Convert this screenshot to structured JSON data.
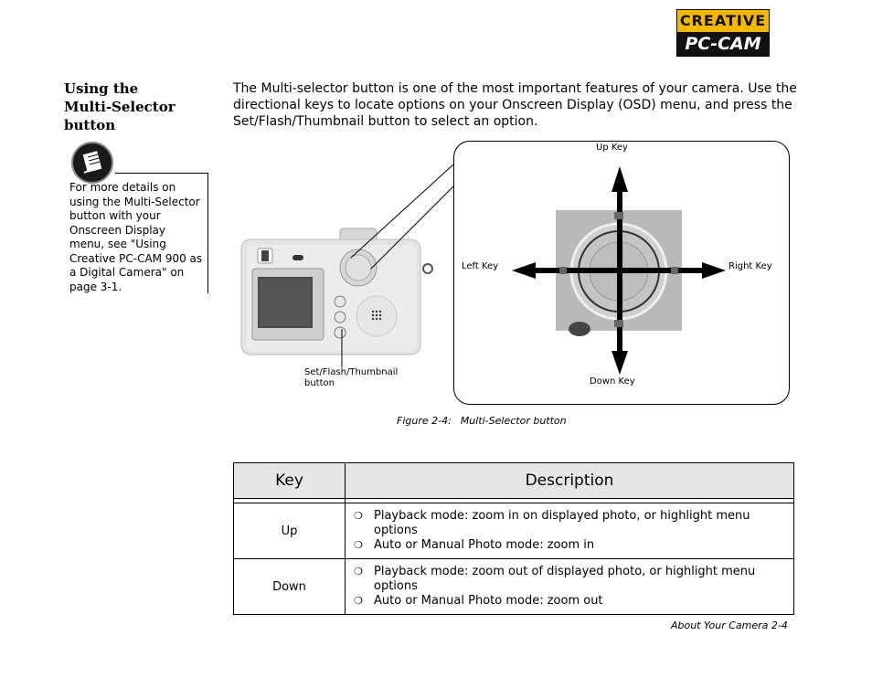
{
  "logo": {
    "top": "CREATIVE",
    "bottom": "PC-CAM"
  },
  "heading": {
    "line1": "Using the",
    "line2": "Multi-Selector",
    "line3": "button"
  },
  "intro": "The Multi-selector button is one of the most important features of your camera. Use the directional keys to locate options on your Onscreen Display (OSD) menu, and press the Set/Flash/Thumbnail button to select an option.",
  "note": "For more details on using the Multi-Selector button with your Onscreen Display menu, see \"Using Creative PC-CAM 900 as a Digital Camera\" on page 3-1.",
  "figure": {
    "up_key": "Up Key",
    "down_key": "Down Key",
    "left_key": "Left Key",
    "right_key": "Right Key",
    "set_button": "Set/Flash/Thumbnail button",
    "caption_number": "Figure 2-4:",
    "caption_title": "Multi-Selector button"
  },
  "table": {
    "headers": [
      "Key",
      "Description"
    ],
    "rows": [
      {
        "key": "Up",
        "items": [
          "Playback mode: zoom in on displayed photo, or highlight menu options",
          "Auto or Manual Photo mode: zoom in"
        ]
      },
      {
        "key": "Down",
        "items": [
          "Playback mode: zoom out of displayed photo, or highlight menu options",
          "Auto or Manual Photo mode: zoom out"
        ]
      }
    ]
  },
  "footer": "About Your Camera 2-4"
}
